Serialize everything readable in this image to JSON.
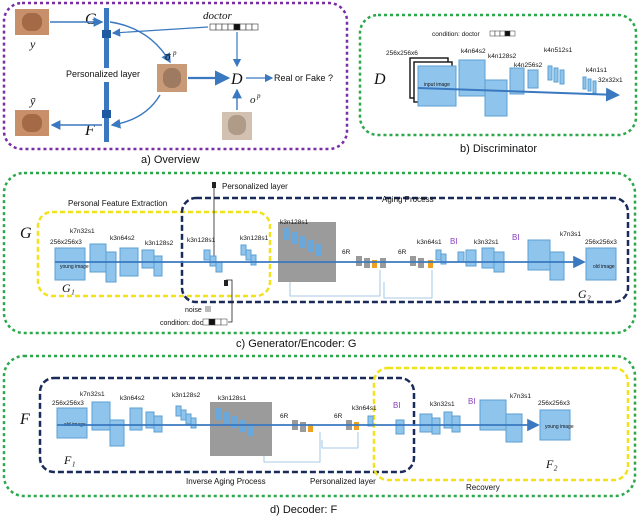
{
  "panels": {
    "overview": {
      "caption": "a) Overview",
      "G": "G",
      "F": "F",
      "D": "D",
      "y": "y",
      "ybar": "ȳ",
      "o_bar": "o̅",
      "o_bar_sup": "p",
      "o": "o",
      "o_sup": "p",
      "doctor": "doctor",
      "personalized_layer": "Personalized layer",
      "real_or_fake": "Real or Fake ?"
    },
    "discriminator": {
      "caption": "b) Discriminator",
      "D": "D",
      "condition": "condition: doctor",
      "input_size": "256x256x6",
      "input_label": "input image",
      "layers": [
        "k4n64s2",
        "k4n128s2",
        "k4n256s2",
        "k4n512s1",
        "k4n1s1",
        "32x32x1"
      ]
    },
    "generator": {
      "caption": "c) Generator/Encoder: G",
      "G": "G",
      "G1": "G₁",
      "G2": "G₂",
      "personal_feature_extraction": "Personal Feature Extraction",
      "aging_process": "Aging Process",
      "personalized_layer": "Personalized layer",
      "input_size": "256x256x3",
      "input_label": "young image",
      "output_size": "256x256x3",
      "output_label": "old image",
      "layers": [
        "k7n32s1",
        "k3n64s2",
        "k3n128s2",
        "k3n128s1",
        "k3n128s1",
        "k3n128s1",
        "6R",
        "6R",
        "k3n64s1",
        "BI",
        "k3n32s1",
        "BI",
        "k7n3s1"
      ],
      "noise": "noise",
      "condition": "condition: doctor"
    },
    "decoder": {
      "caption": "d) Decoder: F",
      "F": "F",
      "F1": "F₁",
      "F2": "F₂",
      "inverse_aging_process": "Inverse Aging Process",
      "personalized_layer": "Personalized layer",
      "recovery": "Recovery",
      "input_size": "256x256x3",
      "input_label": "old image",
      "output_size": "256x256x3",
      "output_label": "young image",
      "layers": [
        "k7n32s1",
        "k3n64s2",
        "k3n128s2",
        "k3n128s1",
        "6R",
        "6R",
        "k3n64s1",
        "BI",
        "k3n32s1",
        "BI",
        "k7n3s1"
      ]
    }
  },
  "colors": {
    "purple_border": "#7a2ea6",
    "green_border": "#2aa84a",
    "navy_border": "#1a2a5a",
    "yellow_border": "#f2e21c",
    "block_blue": "#8fc4ec",
    "arrow_blue": "#3a78c0",
    "gray_block": "#8a8a8a",
    "orange_mark": "#f0a020"
  }
}
